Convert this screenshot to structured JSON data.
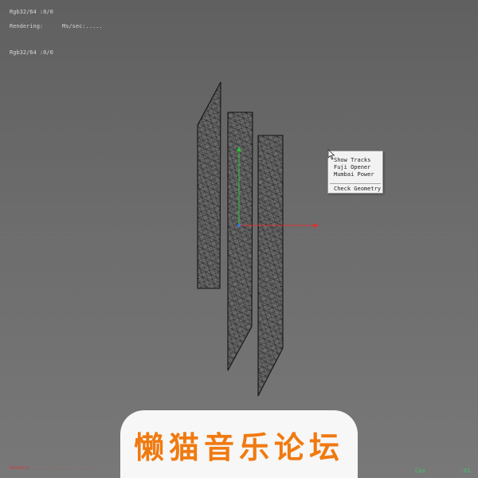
{
  "hud": {
    "rgb_top": "Rgb32/64 :0/0",
    "rendering_label": "Rendering:",
    "rendering_value": "Ms/sec:.....",
    "rgb_second": "Rgb32/64 :0/0"
  },
  "context_menu": {
    "items": [
      "Show Tracks",
      "Fuji Opener",
      "Mumbai Power",
      "Check Geometry"
    ]
  },
  "watermark": {
    "text": "懒猫音乐论坛",
    "color": "#f07a10"
  },
  "status_bar": {
    "left_text": "Renders ......: ......  ......",
    "cpu_label": "Cpu",
    "cpu_value": ":61",
    "cpu_color": "#46c46a"
  },
  "scene": {
    "objects": [
      "mesh-panel-left",
      "mesh-panel-center",
      "mesh-panel-right"
    ],
    "gizmo_axes": [
      "x-axis",
      "y-axis"
    ],
    "colors": {
      "x_axis": "#e03030",
      "y_axis": "#30c040",
      "mesh_wire": "#1c1c1c"
    }
  }
}
